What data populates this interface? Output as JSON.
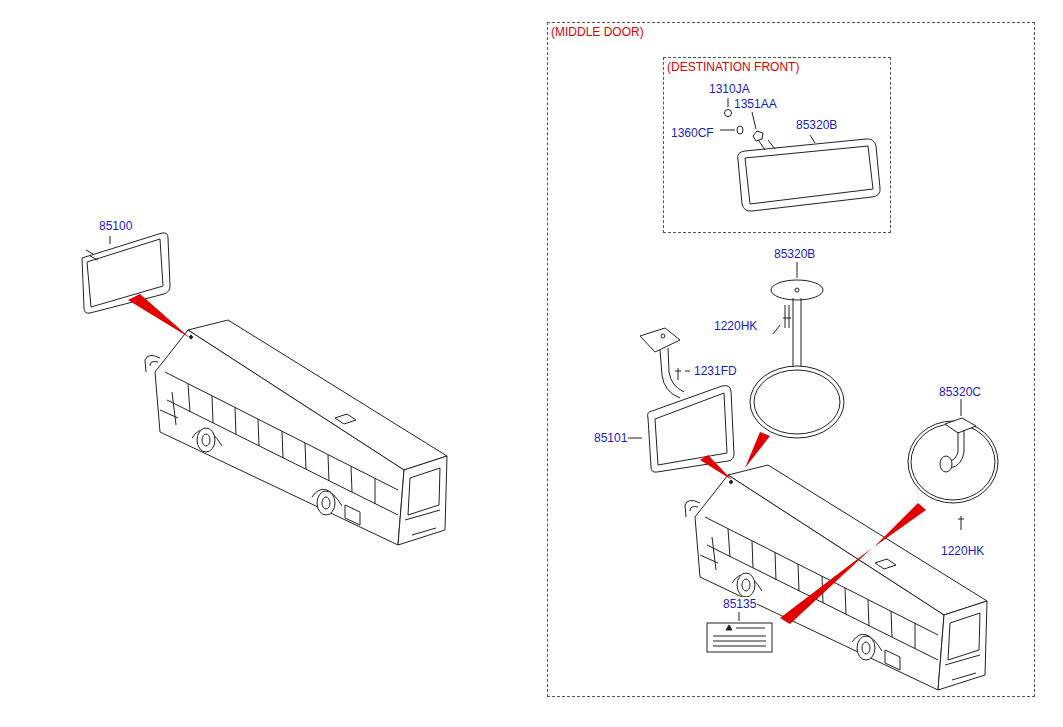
{
  "diagram": {
    "nodes": [
      {
        "text": [
          "(MIDDLE DOOR)"
        ]
      },
      {
        "text": [
          "(DESTINATION FRONT)"
        ],
        "in": 0
      }
    ],
    "labels": [
      "85100",
      "1310JA",
      "1351AA",
      "1360CF",
      "85320B",
      "85320B",
      "1220HK",
      "1231FD",
      "85101",
      "85320C",
      "1220HK",
      "85135"
    ]
  }
}
